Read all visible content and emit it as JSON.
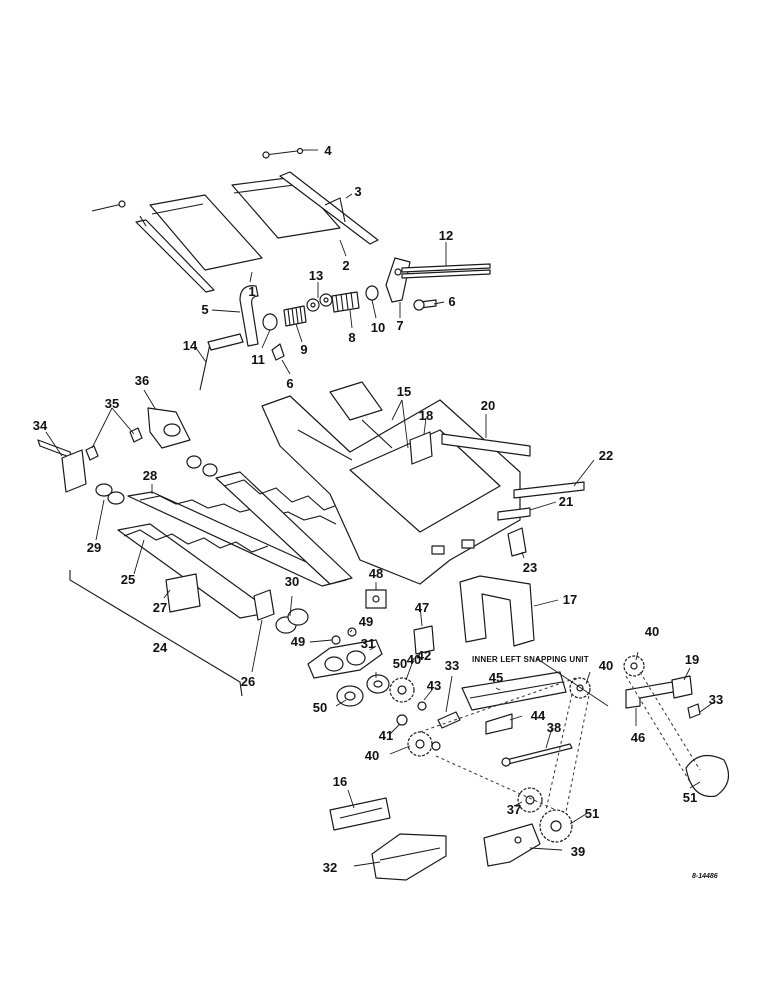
{
  "diagram": {
    "caption": "INNER LEFT SNAPPING UNIT",
    "reference_number": "8-14486",
    "callouts": [
      "1",
      "2",
      "3",
      "4",
      "5",
      "6",
      "6",
      "7",
      "8",
      "9",
      "10",
      "11",
      "12",
      "13",
      "14",
      "15",
      "16",
      "17",
      "18",
      "19",
      "20",
      "21",
      "22",
      "23",
      "24",
      "25",
      "26",
      "27",
      "28",
      "29",
      "30",
      "31",
      "32",
      "33",
      "33",
      "34",
      "35",
      "36",
      "37",
      "38",
      "39",
      "40",
      "40",
      "40",
      "40",
      "41",
      "42",
      "43",
      "44",
      "45",
      "46",
      "47",
      "48",
      "49",
      "49",
      "50",
      "50",
      "51",
      "51"
    ]
  }
}
